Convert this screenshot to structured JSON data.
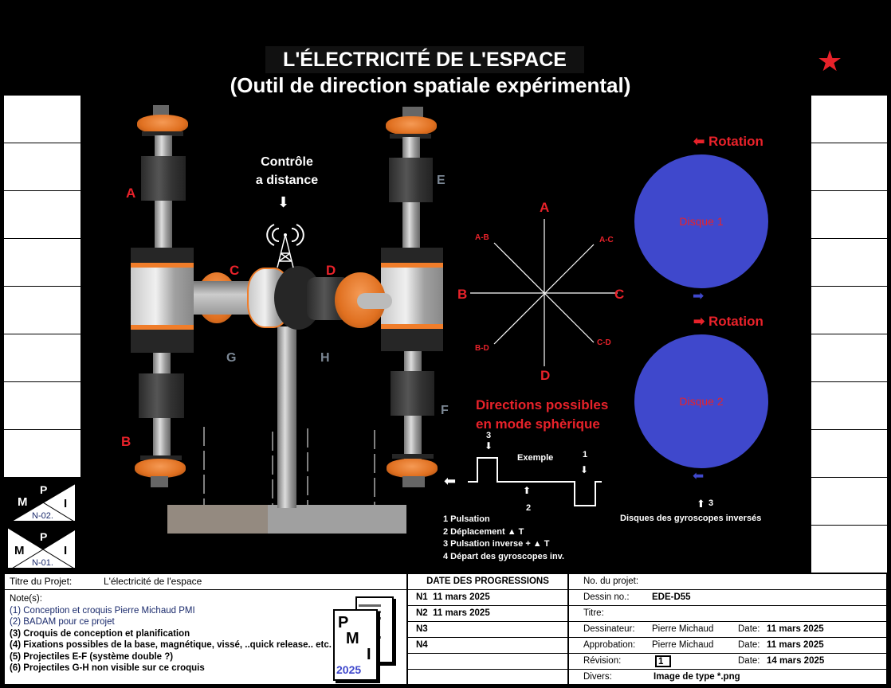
{
  "title": "L'ÉLECTRICITÉ DE L'ESPACE",
  "subtitle": "(Outil de direction spatiale  expérimental)",
  "labels": {
    "A": "A",
    "B": "B",
    "C": "C",
    "D": "D",
    "E": "E",
    "F": "F",
    "G": "G",
    "H": "H"
  },
  "remote": {
    "line1": "Contrôle",
    "line2": "a distance"
  },
  "compass": {
    "A": "A",
    "B": "B",
    "C": "C",
    "D": "D",
    "AB": "A-B",
    "AC": "A-C",
    "BD": "B-D",
    "CD": "C-D"
  },
  "directions": {
    "line1": "Directions possibles",
    "line2": "en mode sphèrique"
  },
  "discs": [
    {
      "rotation": "Rotation",
      "label": "Disque 1"
    },
    {
      "rotation": "Rotation",
      "label": "Disque 2"
    }
  ],
  "example": {
    "label": "Exemple",
    "n1": "1",
    "n2": "2",
    "n3": "3",
    "disc_n": "3",
    "disc_caption": "Disques des gyroscopes inversés",
    "legend": [
      "1 Pulsation",
      "2 Déplacement ▲ T",
      "3 Pulsation inverse   + ▲ T",
      "4 Départ des gyroscopes inv."
    ]
  },
  "logos": [
    {
      "m": "M",
      "p": "P",
      "i": "I",
      "code": "N-02."
    },
    {
      "m": "M",
      "p": "P",
      "i": "I",
      "code": "N-01."
    }
  ],
  "titleblock": {
    "project_title_label": "Titre du Projet:",
    "project_title": "L'électricité de l'espace",
    "notes_label": "Note(s):",
    "notes": [
      "(1) Conception et croquis Pierre Michaud PMI",
      "(2) BADAM pour ce projet",
      "(3) Croquis de conception et planification",
      "(4) Fixations possibles de la base, magnétique, vissé, ..quick release.. etc.",
      "(5) Projectiles E-F (système double ?)",
      "(6) Projectiles G-H non visible sur ce croquis"
    ],
    "pmi_logo": {
      "p": "P",
      "m": "M",
      "i": "I",
      "year": "2025"
    },
    "progress_header": "DATE DES PROGRESSIONS",
    "progress": [
      {
        "n": "N1",
        "date": "11 mars 2025"
      },
      {
        "n": "N2",
        "date": "11 mars 2025"
      },
      {
        "n": "N3",
        "date": ""
      },
      {
        "n": "N4",
        "date": ""
      }
    ],
    "project_no_label": "No. du projet:",
    "drawing_no_label": "Dessin no.:",
    "drawing_no": "EDE-D55",
    "titre_label": "Titre:",
    "designer_label": "Dessinateur:",
    "designer": "Pierre Michaud",
    "designer_date_label": "Date:",
    "designer_date": "11 mars 2025",
    "approval_label": "Approbation:",
    "approval": "Pierre Michaud",
    "approval_date_label": "Date:",
    "approval_date": "11 mars 2025",
    "revision_label": "Révision:",
    "revision": "1",
    "revision_date_label": "Date:",
    "revision_date": "14 mars 2025",
    "misc_label": "Divers:",
    "misc": "Image de type *.png"
  },
  "colors": {
    "accent_red": "#e8222a",
    "disc_blue": "#3f48cc",
    "orange": "#f07d2a"
  }
}
